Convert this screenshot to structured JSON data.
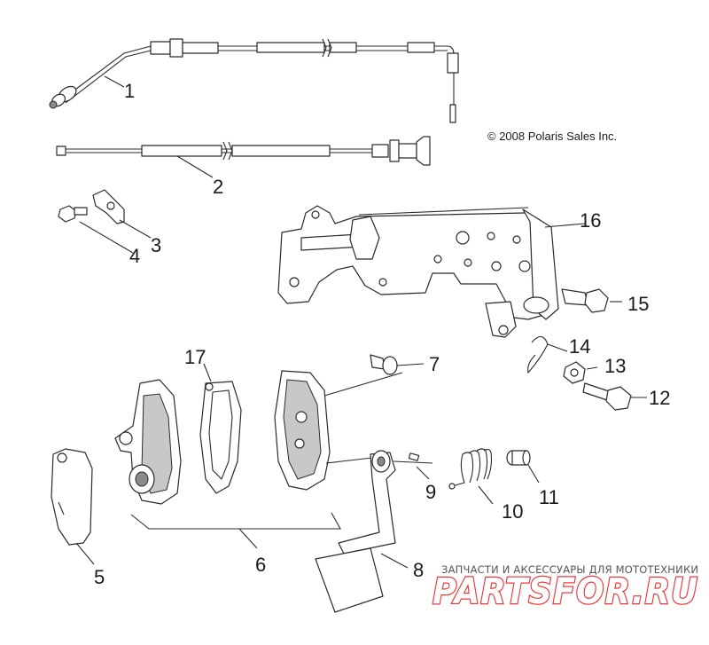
{
  "copyright": "© 2008 Polaris Sales Inc.",
  "callouts": {
    "c1": "1",
    "c2": "2",
    "c3": "3",
    "c4": "4",
    "c5": "5",
    "c6": "6",
    "c7": "7",
    "c8": "8",
    "c9": "9",
    "c10": "10",
    "c11": "11",
    "c12": "12",
    "c13": "13",
    "c14": "14",
    "c15": "15",
    "c16": "16",
    "c17": "17"
  },
  "watermark": {
    "tagline": "ЗАПЧАСТИ И АКСЕССУАРЫ ДЛЯ МОТОТЕХНИКИ",
    "brand": "PARTSFOR.RU",
    "colors": {
      "brand": "#e83a3a",
      "tagline": "#555555"
    }
  },
  "colors": {
    "line": "#2a2a2a",
    "background": "#ffffff"
  }
}
